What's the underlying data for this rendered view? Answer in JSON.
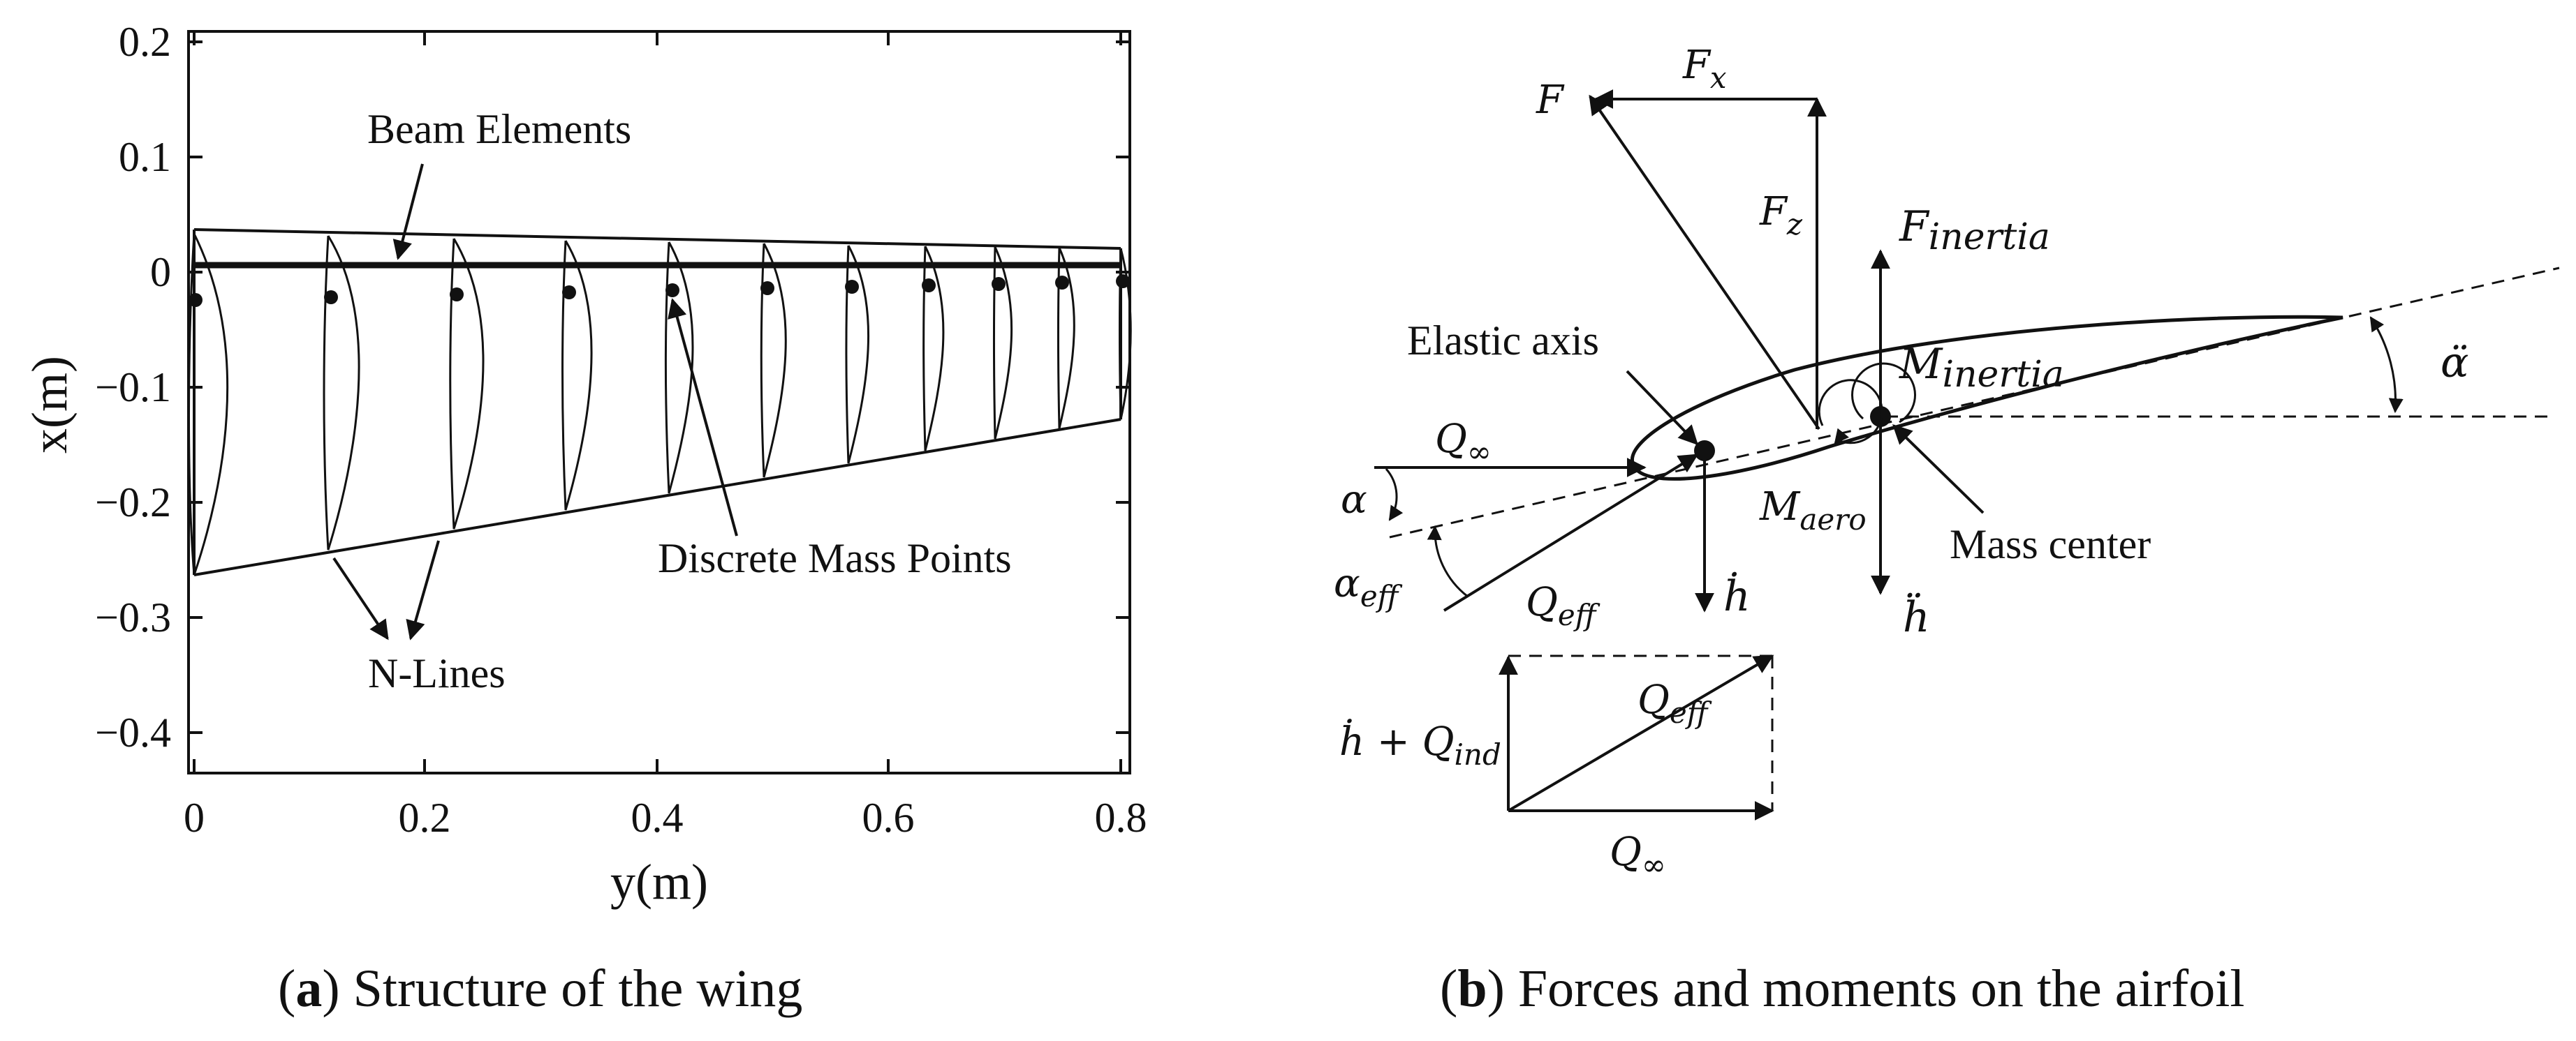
{
  "panel_a": {
    "x_ticks": [
      "0",
      "0.2",
      "0.4",
      "0.6",
      "0.8"
    ],
    "y_ticks": [
      "0.2",
      "0.1",
      "0",
      "−0.1",
      "−0.2",
      "−0.3",
      "−0.4"
    ],
    "xlabel": "y(m)",
    "ylabel": "x(m)",
    "labels": {
      "beam": "Beam Elements",
      "mass": "Discrete Mass Points",
      "nlines": "N-Lines"
    },
    "caption_letter": "a",
    "caption_text": ") Structure of the wing",
    "caption_open": "("
  },
  "panel_b": {
    "labels": {
      "F": "F",
      "Fx": "F",
      "Fx_sub": "x",
      "Fz": "F",
      "Fz_sub": "z",
      "Finertia": "F",
      "Finertia_sub": "inertia",
      "Minertia": "M",
      "Minertia_sub": "inertia",
      "Maero": "M",
      "Maero_sub": "aero",
      "elastic_axis": "Elastic axis",
      "mass_center": "Mass center",
      "Qinf": "Q",
      "Qinf_sub": "∞",
      "alpha": "α",
      "alpha_eff": "α",
      "alpha_eff_sub": "eff",
      "Qeff": "Q",
      "Qeff_sub": "eff",
      "hdot": "ḣ",
      "hddot": "ḧ",
      "alphaddot": "α̈",
      "hdot_q": "ḣ + Q",
      "hdot_q_sub": "ind",
      "Qeff2": "Q",
      "Qeff2_sub": "eff",
      "Qinf2": "Q",
      "Qinf2_sub": "∞"
    },
    "caption_letter": "b",
    "caption_text": ") Forces and moments on the airfoil",
    "caption_open": "("
  }
}
